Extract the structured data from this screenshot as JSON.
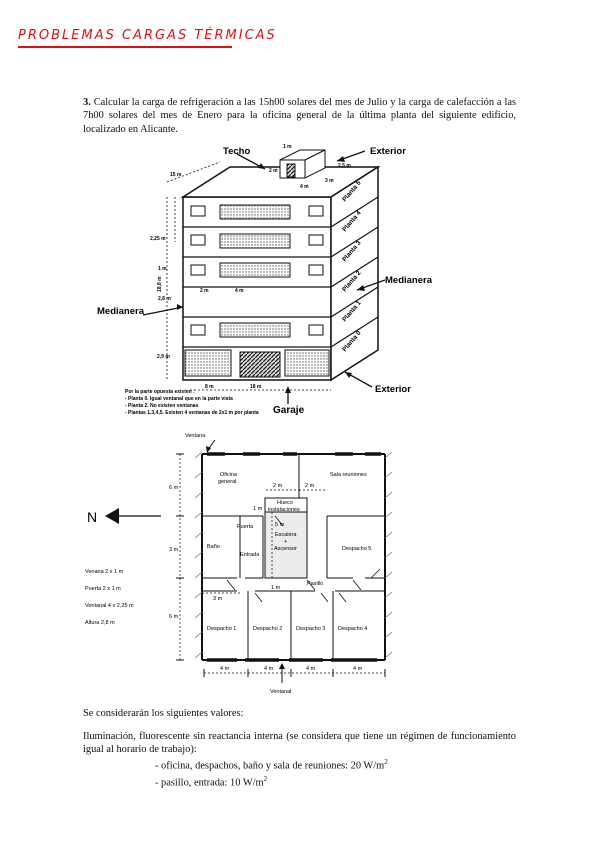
{
  "header": {
    "title": "PROBLEMAS CARGAS TÉRMICAS"
  },
  "problem": {
    "number": "3.",
    "text": "Calcular la carga de refrigeración a las 15h00 solares del mes de Julio y la carga de calefacción a las 7h00 solares del mes de Enero para la oficina general de la última planta del siguiente edificio, localizado en Alicante."
  },
  "building": {
    "techo": "Techo",
    "exterior_top": "Exterior",
    "exterior_bottom": "Exterior",
    "medianera_left": "Medianera",
    "medianera_right": "Medianera",
    "garaje": "Garaje",
    "floors": [
      "Planta 5",
      "Planta 4",
      "Planta 3",
      "Planta 2",
      "Planta 1",
      "Planta 0"
    ],
    "dims": {
      "d15m": "15 m",
      "d1m": "1 m",
      "d2m": "2 m",
      "d4m": "4 m",
      "d25m": "2,5 m",
      "d3m": "3 m",
      "d225": "2,25 m",
      "d1": "1 m",
      "d28": "2,8 m",
      "d2m2": "2 m",
      "d4m2": "4 m",
      "d29": "2,9 m",
      "d8m": "8 m",
      "d18m": "18 m",
      "d188": "18,8 m"
    },
    "notes": [
      "Por la parte opuesta existen :",
      "- Planta 0.   Igual ventanal que en la parte vista",
      "- Planta 2.  No existen ventanas",
      "- Plantas 1,3,4,5. Existen 4 ventanas de 2x1 m  por planta"
    ]
  },
  "plan": {
    "ventana_top": "Ventana",
    "ventanal_bottom": "Ventanal",
    "north": "N",
    "rooms": {
      "oficina": [
        "Oficina",
        "general"
      ],
      "reuniones": "Sala reuniones",
      "hueco": [
        "Hueco",
        "instalaciones"
      ],
      "escalera": [
        "Escalera",
        "+",
        "Ascensor"
      ],
      "bano": "Baño",
      "entrada": "Entrada",
      "puerta": "Puerta",
      "pasillo": "Pasillo",
      "despacho5": "Despacho 5",
      "despacho1": "Despacho 1",
      "despacho2": "Despacho 2",
      "despacho3": "Despacho 3",
      "despacho4": "Despacho 4"
    },
    "dims": {
      "h6m_top": "6 m",
      "h3m": "3 m",
      "h6m_bot": "6 m",
      "w2m_a": "2 m",
      "w2m_b": "2 m",
      "h1m": "1 m",
      "h5m": "5 m",
      "w3m": "3 m",
      "w1m": "1 m",
      "b4m_1": "4 m",
      "b4m_2": "4 m",
      "b4m_3": "4 m",
      "b4m_4": "4 m"
    },
    "legend": [
      "Venana 2 x 1 m",
      "Puerta 2 x 1 m",
      "Ventanal 4 x 2,25 m",
      "Altura 2,8 m"
    ]
  },
  "values": {
    "intro": "Se considerarán los siguientes valores:",
    "ilum": "Iluminación, fluorescente sin reactancia interna (se considera que tiene un régimen de funcionamiento igual al horario de trabajo):",
    "bullet1": "- oficina, despachos, baño y sala de reuniones: 20 W/m",
    "bullet1_sup": "2",
    "bullet2": "- pasillo, entrada: 10 W/m",
    "bullet2_sup": "2"
  }
}
